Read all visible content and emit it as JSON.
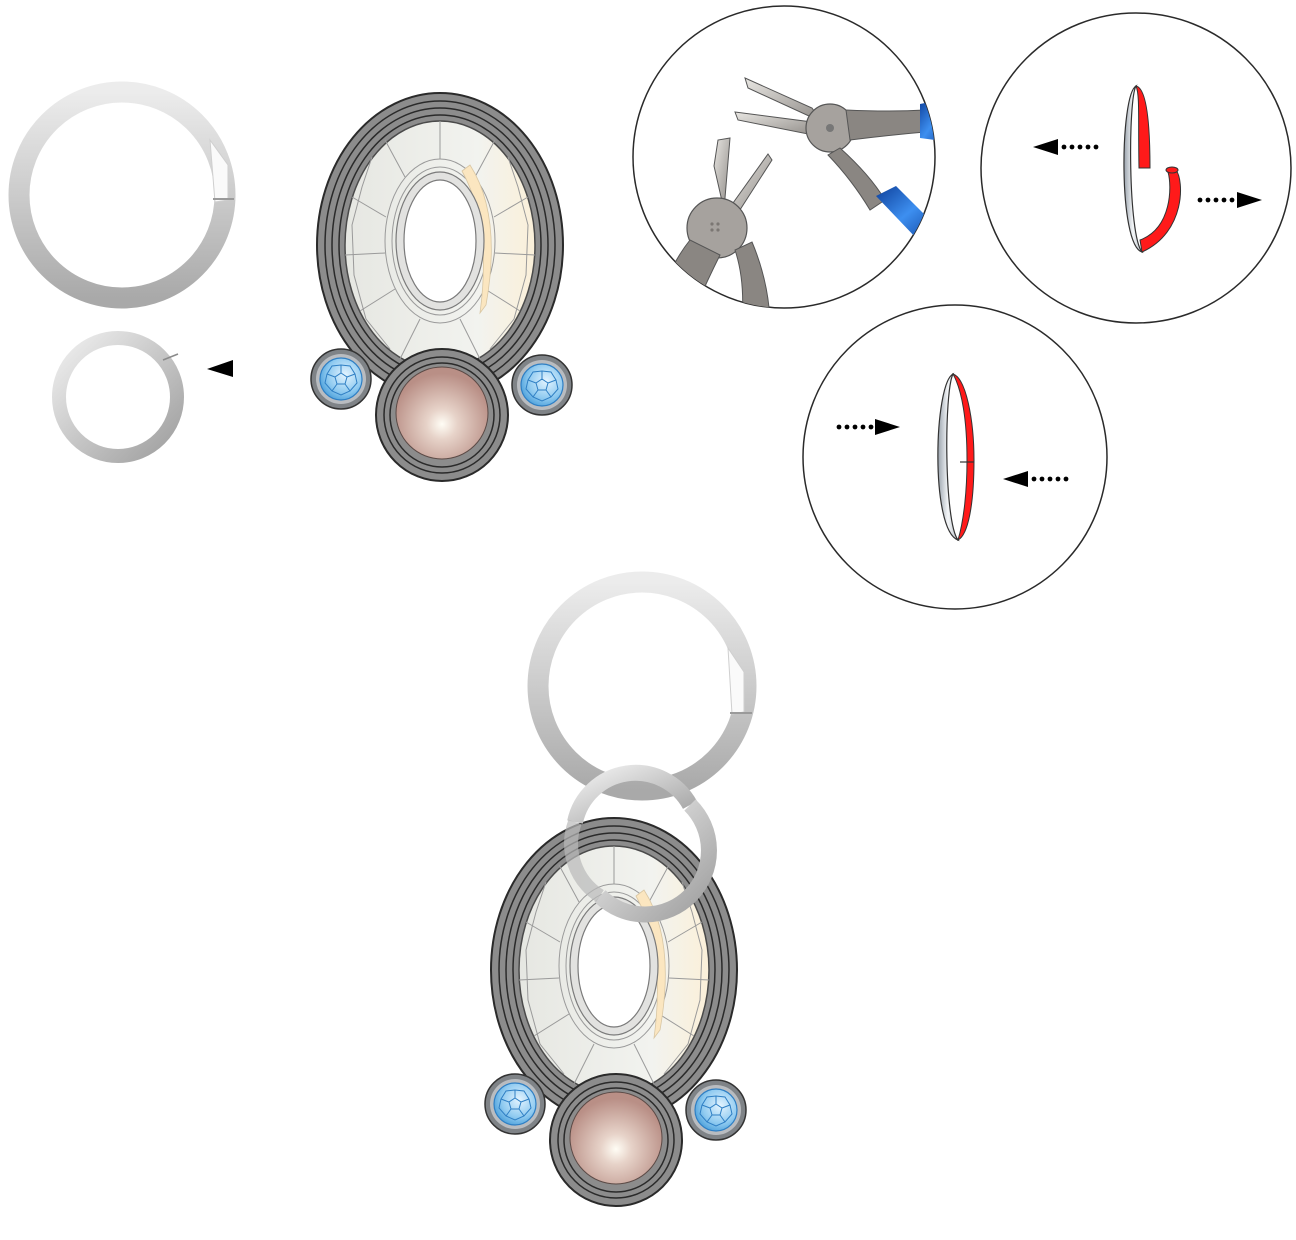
{
  "figure": {
    "steps": [
      {
        "id": "components",
        "items": [
          "split-ring-large",
          "jump-ring-small",
          "soutache-pendant"
        ]
      },
      {
        "id": "tool",
        "items": [
          "flat-nose-pliers",
          "round-nose-pliers"
        ]
      },
      {
        "id": "open-ring",
        "direction": "twist-apart"
      },
      {
        "id": "close-ring",
        "direction": "twist-together"
      },
      {
        "id": "assembled",
        "items": [
          "split-ring-large",
          "jump-ring-small",
          "soutache-pendant"
        ]
      }
    ],
    "colors": {
      "metal": "#c4c4c4",
      "soutache": "#8c8c8c",
      "stone": "#eceeea",
      "stone_highlight": "#fbe6c0",
      "crystal": "#5aaee0",
      "pearl": "#c9a29a",
      "ring_open_mark": "#ff1a1a",
      "plier_handle": "#1f66c9",
      "arrow": "#000000"
    },
    "icons": {
      "direction_arrow": "dotted-arrow-icon",
      "pointer": "triangle-pointer-icon"
    }
  }
}
